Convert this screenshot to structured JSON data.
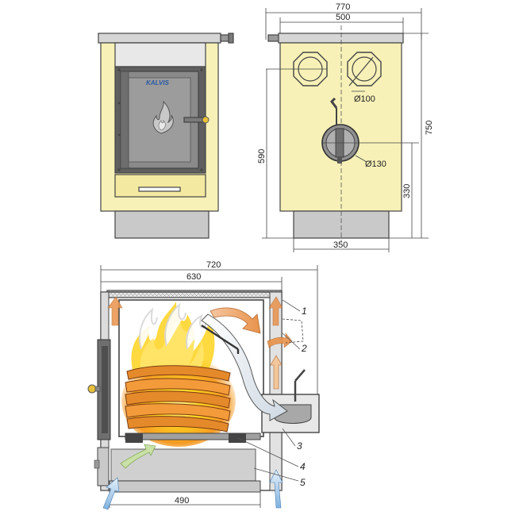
{
  "colors": {
    "body_cream": "#f7f1b8",
    "plinth_gray": "#c9c9c9",
    "top_gray": "#d6d6d6",
    "door_dark": "#6b6b6b",
    "metal": "#8c8c8c",
    "flame_yellow": "#ffd21f",
    "flame_orange": "#f59a23",
    "air_arrow_blue": "#9fc6e8",
    "hot_arrow": "#e8924a",
    "brass": "#e8c03a"
  },
  "brand": {
    "logo_text": "KALVIS"
  },
  "front_view": {
    "dims": {}
  },
  "side_view": {
    "dims": {
      "width_total": "770",
      "width_body": "500",
      "height_total": "750",
      "height_590": "590",
      "height_330": "330",
      "base_width": "350",
      "flue_small": "Ø100",
      "flue_large": "Ø130"
    }
  },
  "section_view": {
    "dims": {
      "width_total": "720",
      "width_inner": "630",
      "base_width": "490"
    },
    "callouts": [
      "1",
      "2",
      "3",
      "4",
      "5"
    ]
  }
}
